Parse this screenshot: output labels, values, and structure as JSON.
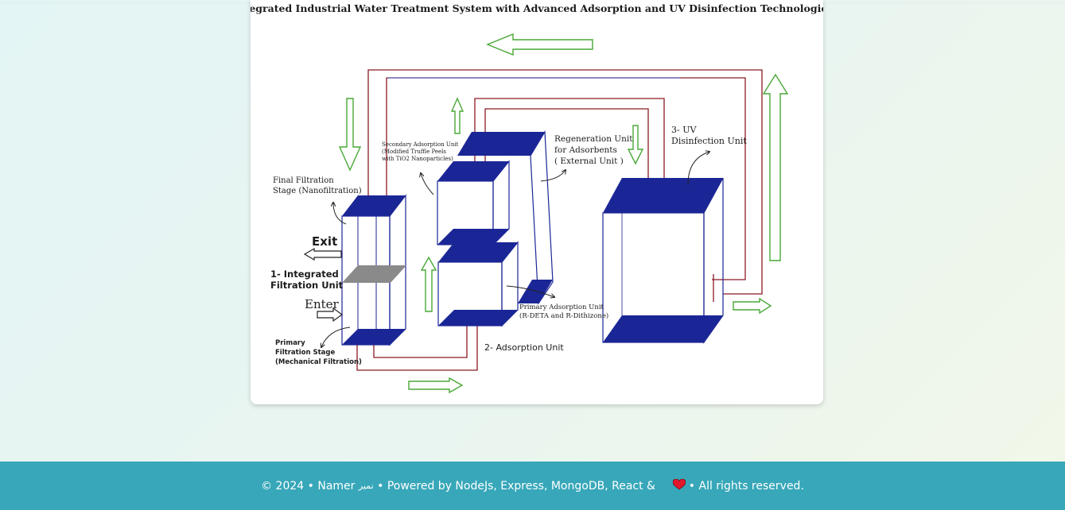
{
  "diagram": {
    "title": "Integrated Industrial Water Treatment System with Advanced Adsorption and UV Disinfection Technologies",
    "labels": {
      "final_filtration": [
        "Final Filtration",
        "Stage (Nanofiltration)"
      ],
      "exit": "Exit",
      "integrated_unit": [
        "1- Integrated",
        "Filtration Unit"
      ],
      "enter": "Enter",
      "primary_filtration": [
        "Primary",
        "Filtration Stage",
        "(Mechanical Filtration)"
      ],
      "secondary_adsorption": [
        "Secondary Adsorption Unit",
        "(Modified Truffle Peels",
        "with TiO2 Nanoparticles)"
      ],
      "regeneration": [
        "Regeneration Unit",
        "for Adsorbents",
        "( External Unit )"
      ],
      "uv_unit": [
        "3- UV",
        "Disinfection Unit"
      ],
      "primary_adsorption": [
        "Primary Adsorption Unit",
        "(R-DETA and R-Dithizone)"
      ],
      "adsorption_unit": "2- Adsorption Unit"
    },
    "colors": {
      "navy": "#1b2696",
      "pipe_red": "#8b1a24",
      "arrow_green": "#49a836",
      "grey_plate": "#8a8a8a"
    }
  },
  "footer": {
    "copyright": "© 2024 •",
    "name": "Namer",
    "name_arabic": "نمير",
    "powered": "• Powered by NodeJs, Express, MongoDB, React &",
    "heart_icon": "heart-icon",
    "rights": "• All rights reserved.",
    "background": "#37a7b9"
  }
}
